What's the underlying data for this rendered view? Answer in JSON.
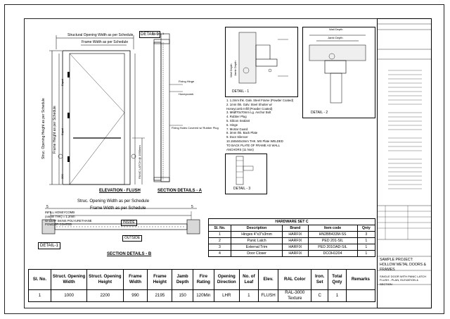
{
  "elevation": {
    "title": "ELEVATION - FLUSH",
    "struc_width": "Structural Opening Width as per Schedule",
    "frame_width": "Frame Width as per Schedule",
    "struc_height": "Struc. Opening Height as per Schedule",
    "frame_height": "Frame Height as per Schedule",
    "panic_latch": "PANIC LATCH @ 1000mm",
    "equal": "Equal",
    "dim_200": "200",
    "detail_1": "DETAIL-1"
  },
  "section_a": {
    "title": "SECTION DETAILS - A",
    "label_top": "DETAIL-1",
    "annot_1": "Fixing Hinge",
    "annot_2": "Honeycomb",
    "annot_3": "Fixing Holes Covered w/ Rubber Plug"
  },
  "section_b": {
    "title": "SECTION DETAILS - B",
    "struc_width": "Struc. Opening Width as per Schedule",
    "frame_width": "Frame Width as per Schedule",
    "infill_1": "INFILL HONEYCOMB",
    "infill_2": "(44mm THK) = 1.2mm",
    "infill_3": "GI LEAF SKINS POLYURETHANE",
    "infill_4": "POWDER COATED",
    "inside": "INSIDE",
    "outside": "OUTSIDE",
    "detail_1": "DETAIL-1",
    "dim_5": "5"
  },
  "detail_1": {
    "title": "DETAIL - 1",
    "wall_depth": "Wall Depth",
    "jamb_depth": "Jamb Depth"
  },
  "detail_2": {
    "title": "DETAIL - 2",
    "wall_depth": "Wall Depth",
    "jamb_depth": "Jamb Depth"
  },
  "detail_3": {
    "title": "DETAIL - 3"
  },
  "spec_list": [
    "1. 1.2mm thk. Galv. Steel Frame (Powder Coated)",
    "2. 1mm thk. Galv. Steel Shutter w/",
    "    Honeycomb Infill (Powder Coated)",
    "3. M6Ø70x70mm Lg. Anchor Bolt",
    "4. Rubber Plug",
    "5. Silicon Sealant",
    "6. Hinge",
    "7. Mortar Guard",
    "8. 3mm thk. Back Plate",
    "9. Door Silencer",
    "10.150x50x3mm THK. MS Plate WELDED",
    "    TO BACK PLATE OF FRAME AS WALL",
    "    ANCHORS (11 Nos)"
  ],
  "hardware": {
    "title": "HARDWARE SET C",
    "headers": [
      "Sl. No.",
      "Description",
      "Brand",
      "Item code",
      "Qnty"
    ],
    "rows": [
      [
        "1",
        "Hinges 4\"x3\"x3mm",
        "HARFIX",
        "HN2BB433M-SS",
        "3"
      ],
      [
        "2",
        "Panic Latch",
        "HARFIX",
        "PED 201-SIL",
        "1"
      ],
      [
        "3",
        "External Trim",
        "HARFIX",
        "PED 201OAD-SIL",
        "1"
      ],
      [
        "4",
        "Door Closer",
        "HARFIX",
        "DCOH1204",
        "1"
      ]
    ]
  },
  "schedule": {
    "headers": [
      "Sl. No.",
      "Struct. Opening Width",
      "Struct. Opening Height",
      "Frame Width",
      "Frame Height",
      "Jamb Depth",
      "Fire Rating",
      "Opening Direction",
      "No. of Leaf",
      "Elev.",
      "RAL Color",
      "Iron. Set",
      "Total Qnty",
      "Remarks"
    ],
    "rows": [
      [
        "1",
        "1000",
        "2200",
        "990",
        "2195",
        "150",
        "120Min",
        "LHR",
        "1",
        "FLUSH",
        "RAL-3000 Texture",
        "C",
        "1",
        ""
      ]
    ]
  },
  "title_block": {
    "project_label": "SAMPLE PROJECT:",
    "project_1": "HOLLOW METAL DOORS &",
    "project_2": "FRAMES",
    "drawing_1": "SINGLE DOOR WITH PANIC LATCH",
    "drawing_2": "FLUSH - PLAN, ELEVATION &",
    "drawing_3": "SECTION"
  }
}
